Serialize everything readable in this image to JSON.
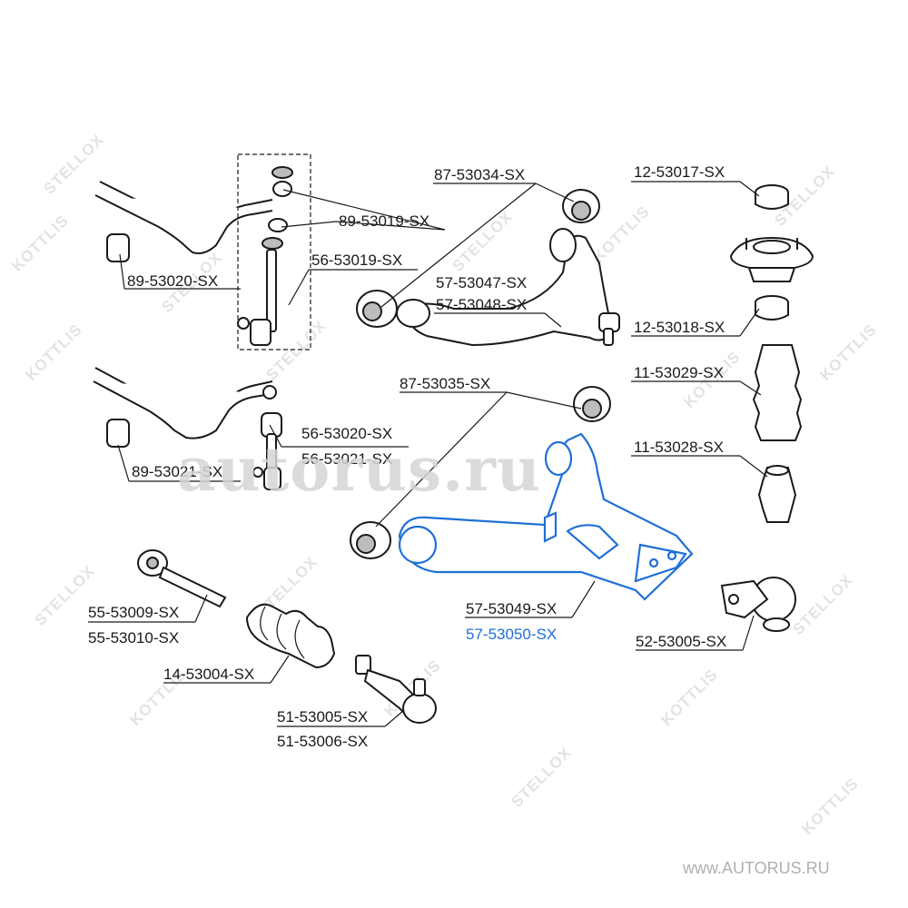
{
  "watermark": {
    "brand": "autorus.ru",
    "url": "www.AUTORUS.RU",
    "stamp_a": "STELLOX",
    "stamp_b": "KOTTLIS"
  },
  "labels": {
    "p89_53019": "89-53019-SX",
    "p56_53019": "56-53019-SX",
    "p89_53020": "89-53020-SX",
    "p56_53020": "56-53020-SX",
    "p56_53021": "56-53021-SX",
    "p89_53021": "89-53021-SX",
    "p87_53034": "87-53034-SX",
    "p57_53047": "57-53047-SX",
    "p57_53048": "57-53048-SX",
    "p87_53035": "87-53035-SX",
    "p12_53017": "12-53017-SX",
    "p12_53018": "12-53018-SX",
    "p11_53029": "11-53029-SX",
    "p11_53028": "11-53028-SX",
    "p55_53009": "55-53009-SX",
    "p55_53010": "55-53010-SX",
    "p14_53004": "14-53004-SX",
    "p51_53005": "51-53005-SX",
    "p51_53006": "51-53006-SX",
    "p57_53049": "57-53049-SX",
    "p57_53050": "57-53050-SX",
    "p52_53005": "52-53005-SX"
  },
  "colors": {
    "highlight": "#1f6fd6",
    "ink": "#1a1a1a",
    "watermark": "#e3e3e3"
  }
}
